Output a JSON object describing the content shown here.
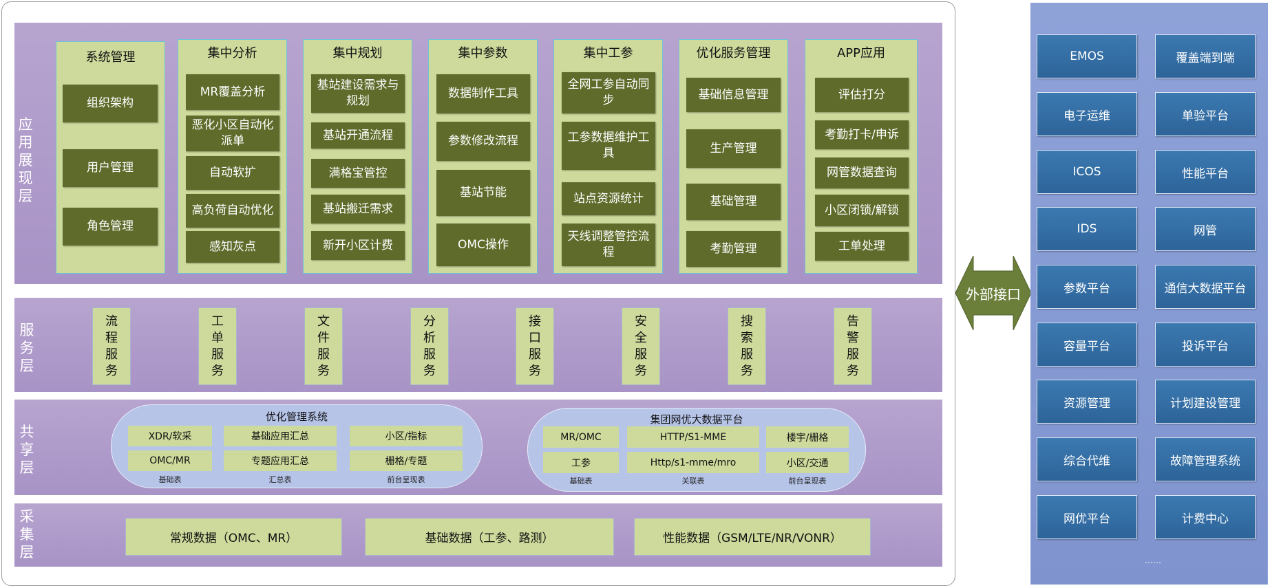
{
  "layers": {
    "app": "应用展现层",
    "service": "服务层",
    "shared": "共享层",
    "collect": "采集层"
  },
  "app_columns": [
    {
      "title": "系统管理",
      "items": [
        "组织架构",
        "用户管理",
        "角色管理"
      ]
    },
    {
      "title": "集中分析",
      "items": [
        "MR覆盖分析",
        "恶化小区自动化派单",
        "自动软扩",
        "高负荷自动优化",
        "感知灰点"
      ]
    },
    {
      "title": "集中规划",
      "items": [
        "基站建设需求与规划",
        "基站开通流程",
        "满格宝管控",
        "基站搬迁需求",
        "新开小区计费"
      ]
    },
    {
      "title": "集中参数",
      "items": [
        "数据制作工具",
        "参数修改流程",
        "基站节能",
        "OMC操作"
      ]
    },
    {
      "title": "集中工参",
      "items": [
        "全网工参自动同步",
        "工参数据维护工具",
        "站点资源统计",
        "天线调整管控流程"
      ]
    },
    {
      "title": "优化服务管理",
      "items": [
        "基础信息管理",
        "生产管理",
        "基础管理",
        "考勤管理"
      ]
    },
    {
      "title": "APP应用",
      "items": [
        "评估打分",
        "考勤打卡/申诉",
        "网管数据查询",
        "小区闭锁/解锁",
        "工单处理"
      ]
    }
  ],
  "services": [
    "流程服务",
    "工单服务",
    "文件服务",
    "分析服务",
    "接口服务",
    "安全服务",
    "搜索服务",
    "告警服务"
  ],
  "shared": {
    "left": {
      "title": "优化管理系统",
      "boxes": [
        "XDR/软采",
        "OMC/MR",
        "基础应用汇总",
        "专题应用汇总",
        "小区/指标",
        "栅格/专题"
      ],
      "captions": [
        "基础表",
        "汇总表",
        "前台呈现表"
      ]
    },
    "right": {
      "title": "集团网优大数据平台",
      "boxes": [
        "MR/OMC",
        "工参",
        "HTTP/S1-MME",
        "Http/s1-mme/mro",
        "楼宇/栅格",
        "小区/交通"
      ],
      "captions": [
        "基础表",
        "关联表",
        "前台呈现表"
      ]
    }
  },
  "collect": [
    "常规数据（OMC、MR）",
    "基础数据（工参、路测）",
    "性能数据（GSM/LTE/NR/VONR）"
  ],
  "interface_label": "外部接口",
  "external": {
    "left": [
      "EMOS",
      "电子运维",
      "ICOS",
      "IDS",
      "参数平台",
      "容量平台",
      "资源管理",
      "综合代维",
      "网优平台"
    ],
    "right": [
      "覆盖端到端",
      "单验平台",
      "性能平台",
      "网管",
      "通信大数据平台",
      "投诉平台",
      "计划建设管理",
      "故障管理系统",
      "计费中心"
    ],
    "more": "……"
  }
}
